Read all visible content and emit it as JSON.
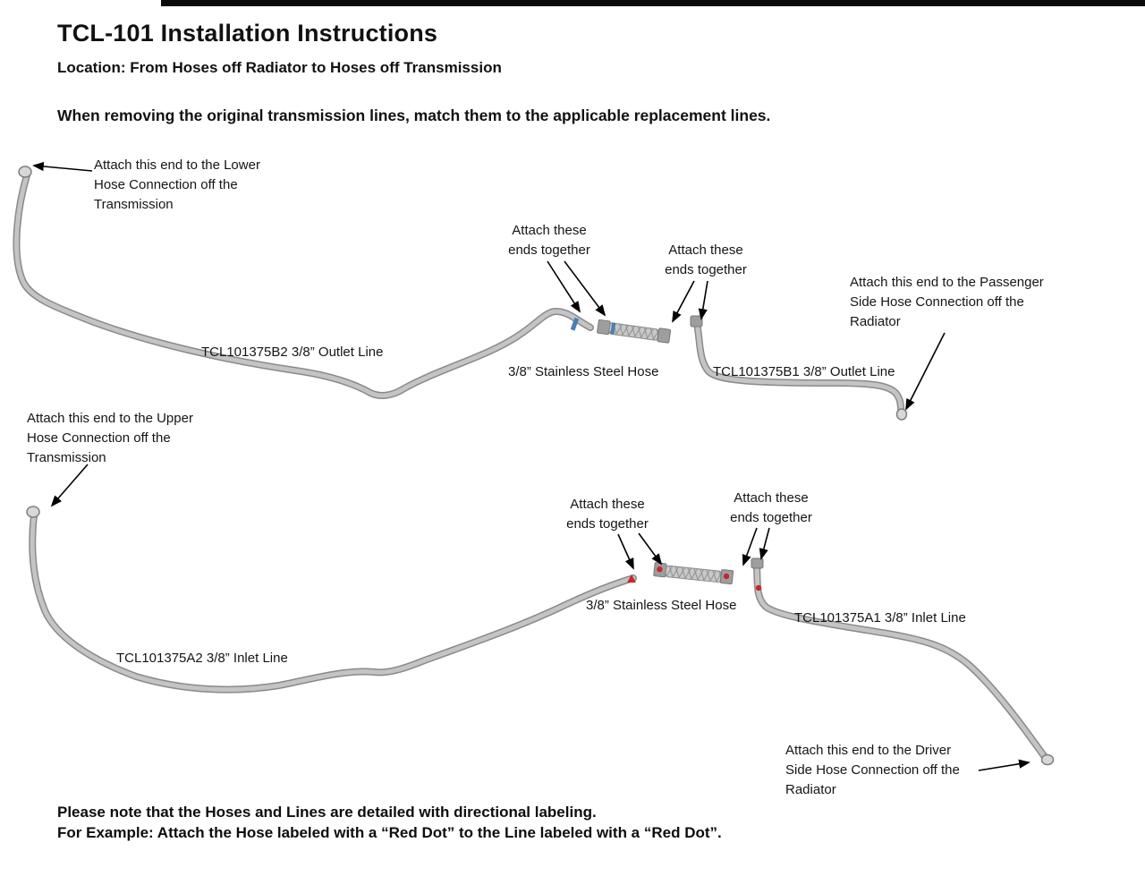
{
  "header": {
    "title": "TCL-101 Installation Instructions",
    "location": "Location: From Hoses off Radiator to Hoses off Transmission",
    "instruction": "When removing the original transmission lines, match them to the applicable replacement lines."
  },
  "colors": {
    "red_dot": "#c9252b",
    "blue_mark": "#4a7fb5"
  },
  "outlet": {
    "attach_transmission_end": "Attach this end to the Lower Hose Connection off the Transmission",
    "attach_ends_left": "Attach these ends together",
    "attach_ends_right": "Attach these ends together",
    "attach_radiator_end": "Attach this end to the Passenger Side Hose Connection off the Radiator",
    "line_b2_label": "TCL101375B2 3/8” Outlet Line",
    "hose_label": "3/8” Stainless Steel Hose",
    "line_b1_label": "TCL101375B1 3/8” Outlet Line"
  },
  "inlet": {
    "attach_transmission_end": "Attach this end to the Upper Hose Connection off the Transmission",
    "attach_ends_left": "Attach these ends together",
    "attach_ends_right": "Attach these ends together",
    "attach_radiator_end": "Attach this end to the Driver Side Hose Connection off the Radiator",
    "line_a2_label": "TCL101375A2 3/8” Inlet Line",
    "hose_label": "3/8” Stainless Steel Hose",
    "line_a1_label": "TCL101375A1 3/8” Inlet Line"
  },
  "footer": {
    "note1": "Please note that the Hoses and Lines are detailed with directional labeling.",
    "note2": "For Example: Attach the Hose labeled with a “Red Dot” to the Line labeled with a “Red Dot”."
  }
}
